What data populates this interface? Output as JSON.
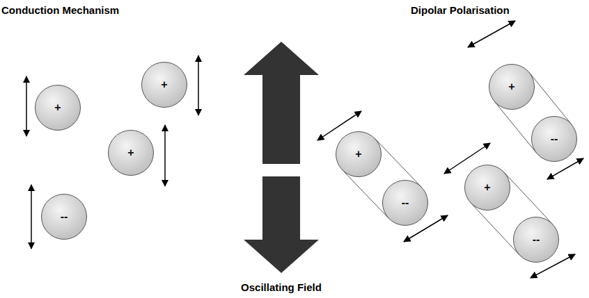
{
  "diagram": {
    "nodes": [
      {
        "text": [
          "+"
        ]
      },
      {
        "text": [
          "+"
        ]
      },
      {
        "text": [
          "+"
        ]
      },
      {
        "text": [
          "--"
        ]
      },
      {
        "text": [
          "+"
        ]
      },
      {
        "text": [
          "--"
        ]
      },
      {
        "text": [
          "+"
        ]
      },
      {
        "text": [
          "--"
        ]
      },
      {
        "text": [
          "+"
        ]
      },
      {
        "text": [
          "--"
        ]
      }
    ],
    "edges": [
      {
        "from": 4,
        "to": 5,
        "arrow": "none"
      },
      {
        "from": 6,
        "to": 7,
        "arrow": "none"
      },
      {
        "from": 8,
        "to": 9,
        "arrow": "none"
      }
    ],
    "labels": [
      "Conduction Mechanism",
      "Dipolar Polarisation",
      "Oscillating Field"
    ]
  }
}
